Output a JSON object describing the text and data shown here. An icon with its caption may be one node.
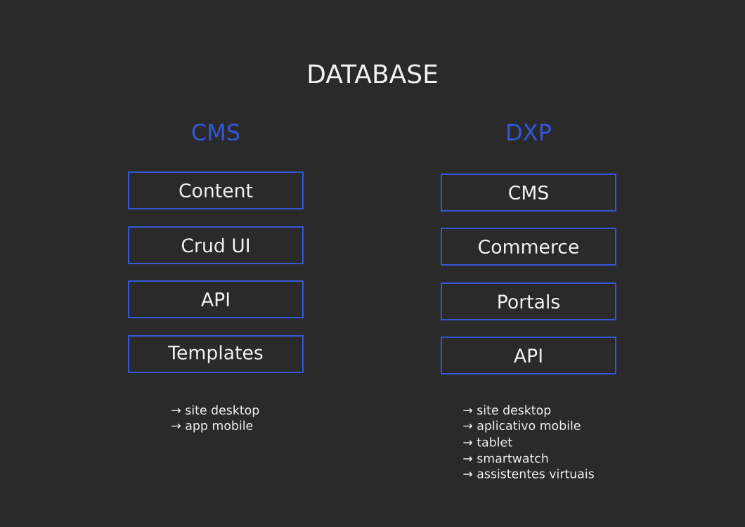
{
  "diagram": {
    "title": "DATABASE",
    "nodes": [
      {
        "text": [
          "Content"
        ]
      },
      {
        "text": [
          "Crud UI"
        ]
      },
      {
        "text": [
          "API"
        ]
      },
      {
        "text": [
          "Templates"
        ]
      },
      {
        "text": [
          "CMS"
        ]
      },
      {
        "text": [
          "Commerce"
        ]
      },
      {
        "text": [
          "Portals"
        ]
      },
      {
        "text": [
          "API"
        ]
      }
    ],
    "labels": [
      "CMS",
      "DXP",
      "→ site desktop",
      "→ app mobile",
      "→ site desktop",
      "→ aplicativo mobile",
      "→ tablet",
      "→ smartwatch",
      "→ assistentes virtuais"
    ]
  }
}
